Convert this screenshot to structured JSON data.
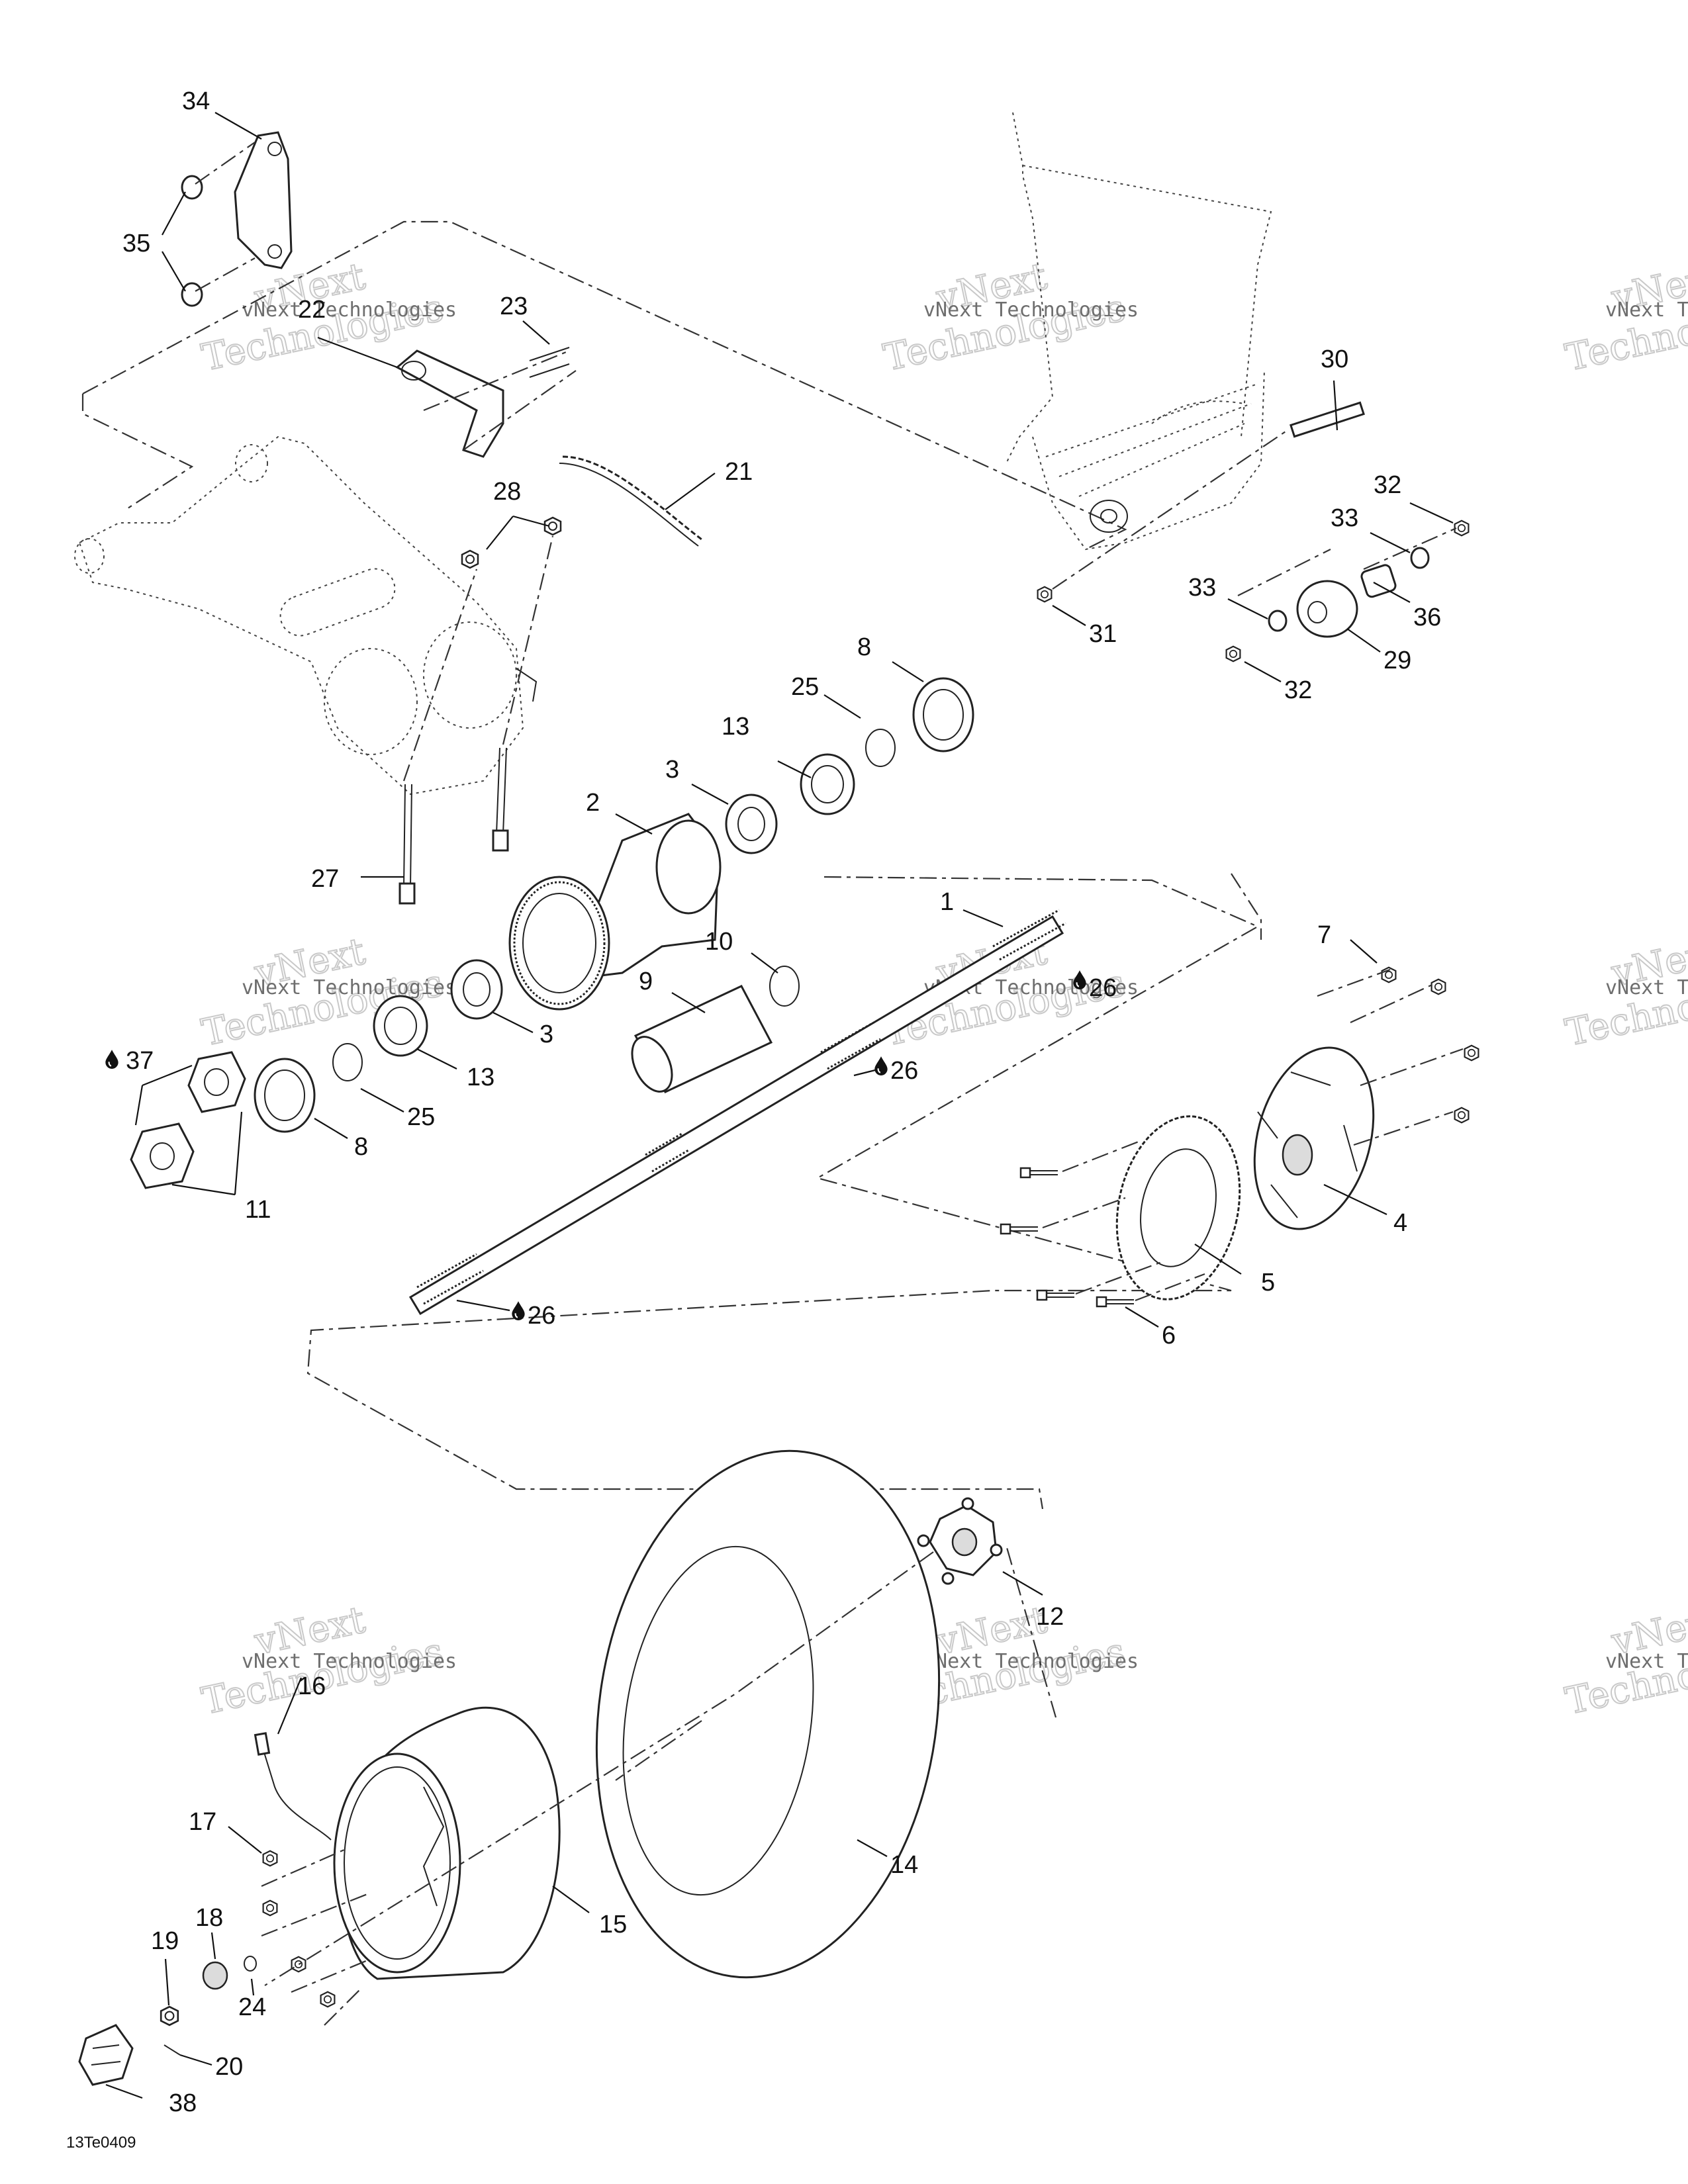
{
  "diagram": {
    "reference_code": "13Te0409",
    "watermark": {
      "line1": "vNext",
      "line2": "Technologies",
      "small": "vNext Technologies"
    },
    "callouts": [
      {
        "id": "c1",
        "label": "1"
      },
      {
        "id": "c2",
        "label": "2"
      },
      {
        "id": "c3a",
        "label": "3"
      },
      {
        "id": "c3b",
        "label": "3"
      },
      {
        "id": "c4",
        "label": "4"
      },
      {
        "id": "c5",
        "label": "5"
      },
      {
        "id": "c6",
        "label": "6"
      },
      {
        "id": "c7",
        "label": "7"
      },
      {
        "id": "c8a",
        "label": "8"
      },
      {
        "id": "c8b",
        "label": "8"
      },
      {
        "id": "c9",
        "label": "9"
      },
      {
        "id": "c10",
        "label": "10"
      },
      {
        "id": "c11",
        "label": "11"
      },
      {
        "id": "c12",
        "label": "12"
      },
      {
        "id": "c13a",
        "label": "13"
      },
      {
        "id": "c13b",
        "label": "13"
      },
      {
        "id": "c14",
        "label": "14"
      },
      {
        "id": "c15",
        "label": "15"
      },
      {
        "id": "c16",
        "label": "16"
      },
      {
        "id": "c17",
        "label": "17"
      },
      {
        "id": "c18",
        "label": "18"
      },
      {
        "id": "c19",
        "label": "19"
      },
      {
        "id": "c20",
        "label": "20"
      },
      {
        "id": "c21",
        "label": "21"
      },
      {
        "id": "c22",
        "label": "22"
      },
      {
        "id": "c23",
        "label": "23"
      },
      {
        "id": "c24",
        "label": "24"
      },
      {
        "id": "c25a",
        "label": "25"
      },
      {
        "id": "c25b",
        "label": "25"
      },
      {
        "id": "c26a",
        "label": "26"
      },
      {
        "id": "c26b",
        "label": "26"
      },
      {
        "id": "c26c",
        "label": "26"
      },
      {
        "id": "c27",
        "label": "27"
      },
      {
        "id": "c28",
        "label": "28"
      },
      {
        "id": "c29",
        "label": "29"
      },
      {
        "id": "c30",
        "label": "30"
      },
      {
        "id": "c31",
        "label": "31"
      },
      {
        "id": "c32a",
        "label": "32"
      },
      {
        "id": "c32b",
        "label": "32"
      },
      {
        "id": "c33a",
        "label": "33"
      },
      {
        "id": "c33b",
        "label": "33"
      },
      {
        "id": "c34",
        "label": "34"
      },
      {
        "id": "c35",
        "label": "35"
      },
      {
        "id": "c36",
        "label": "36"
      },
      {
        "id": "c37",
        "label": "37"
      },
      {
        "id": "c38",
        "label": "38"
      }
    ]
  }
}
